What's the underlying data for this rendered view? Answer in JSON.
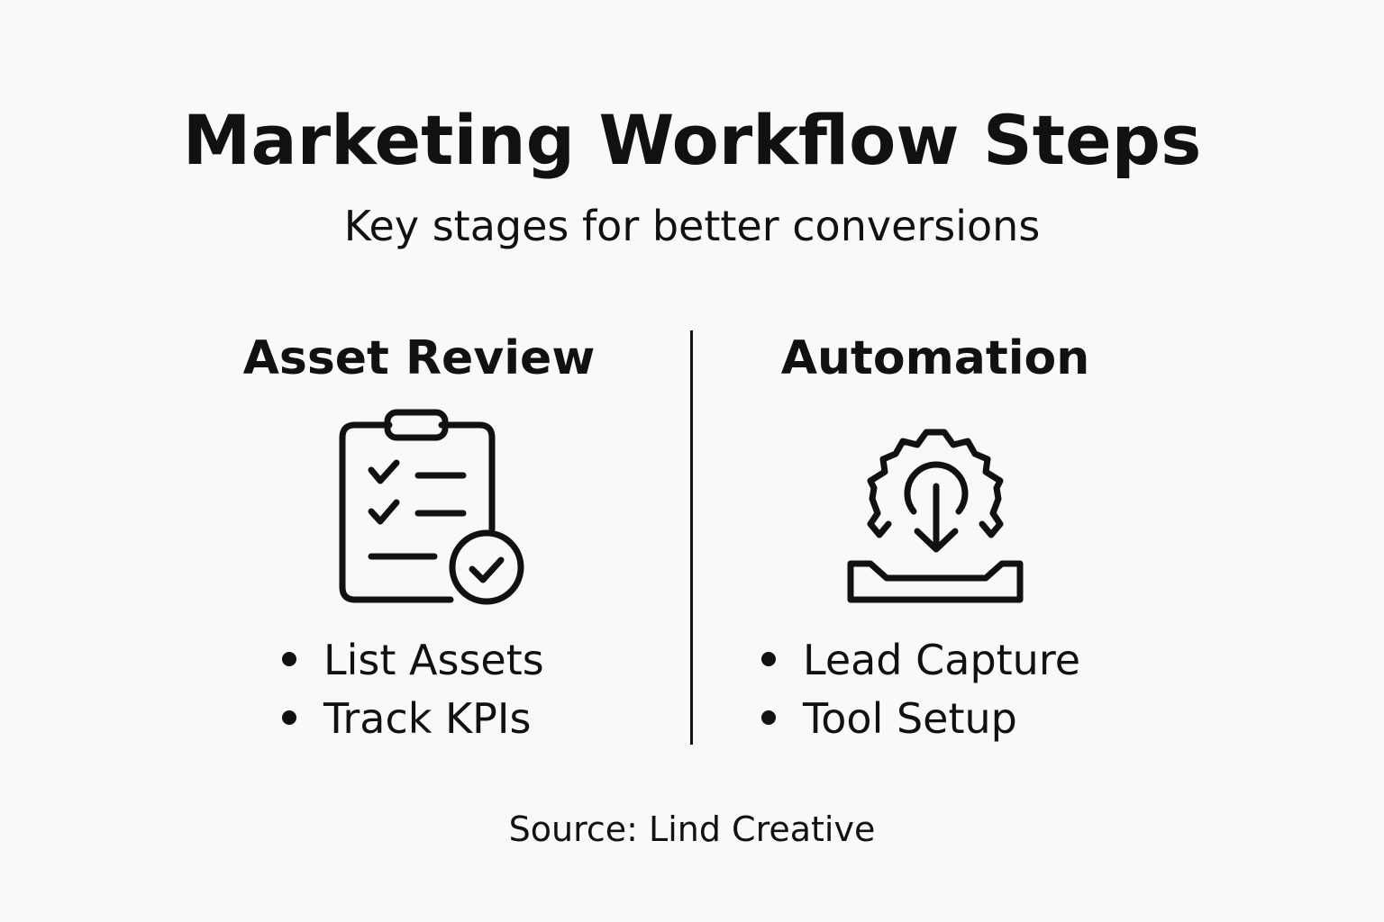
{
  "header": {
    "title": "Marketing Workflow Steps",
    "subtitle": "Key stages for better conversions"
  },
  "columns": [
    {
      "heading": "Asset Review",
      "icon": "clipboard-checklist-icon",
      "bullets": [
        "List Assets",
        "Track KPIs"
      ]
    },
    {
      "heading": "Automation",
      "icon": "gear-download-tray-icon",
      "bullets": [
        "Lead Capture",
        "Tool Setup"
      ]
    }
  ],
  "footer": {
    "source": "Source: Lind Creative"
  },
  "colors": {
    "background": "#faf9f7",
    "foreground": "#111111"
  }
}
